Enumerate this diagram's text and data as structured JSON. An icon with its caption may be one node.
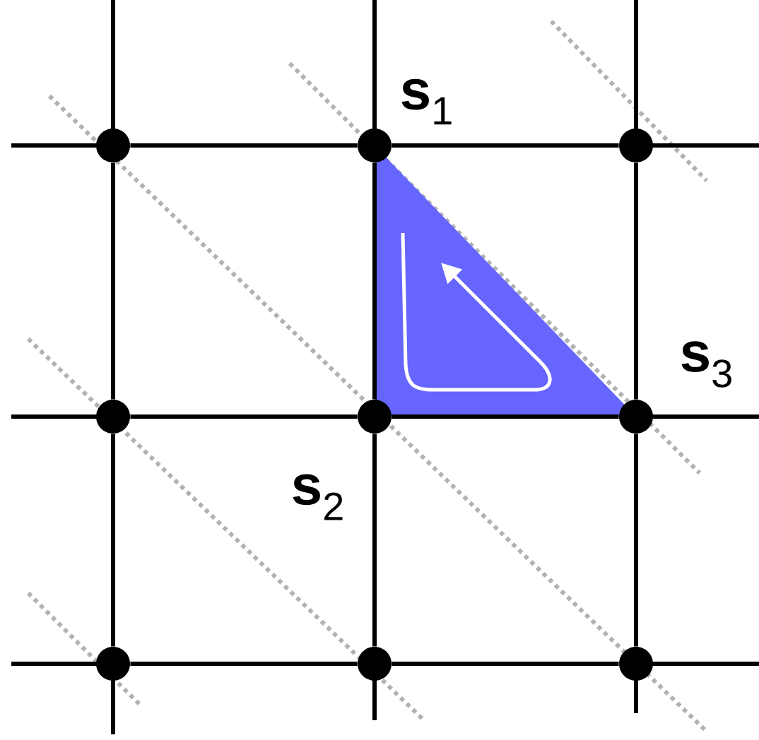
{
  "diagram": {
    "nodes": [
      {
        "text": [],
        "shape": "circle"
      },
      {
        "text": [],
        "shape": "circle",
        "beside": [
          "**s**$_{1}$"
        ]
      },
      {
        "text": [],
        "shape": "circle"
      },
      {
        "text": [],
        "shape": "circle"
      },
      {
        "text": [],
        "shape": "circle",
        "beside": [
          "**s**$_{2}$"
        ]
      },
      {
        "text": [],
        "shape": "circle",
        "beside": [
          "**s**$_{3}$"
        ]
      },
      {
        "text": [],
        "shape": "circle"
      },
      {
        "text": [],
        "shape": "circle"
      },
      {
        "text": [],
        "shape": "circle"
      }
    ],
    "edges": [
      {
        "from": 0,
        "to": 1,
        "arrow": "none"
      },
      {
        "from": 1,
        "to": 2,
        "arrow": "none"
      },
      {
        "from": 3,
        "to": 4,
        "arrow": "none"
      },
      {
        "from": 4,
        "to": 5,
        "arrow": "none"
      },
      {
        "from": 6,
        "to": 7,
        "arrow": "none"
      },
      {
        "from": 7,
        "to": 8,
        "arrow": "none"
      },
      {
        "from": 0,
        "to": 3,
        "arrow": "none"
      },
      {
        "from": 3,
        "to": 6,
        "arrow": "none"
      },
      {
        "from": 1,
        "to": 4,
        "arrow": "none"
      },
      {
        "from": 4,
        "to": 7,
        "arrow": "none"
      },
      {
        "from": 2,
        "to": 5,
        "arrow": "none"
      },
      {
        "from": 5,
        "to": 8,
        "arrow": "none"
      }
    ]
  }
}
